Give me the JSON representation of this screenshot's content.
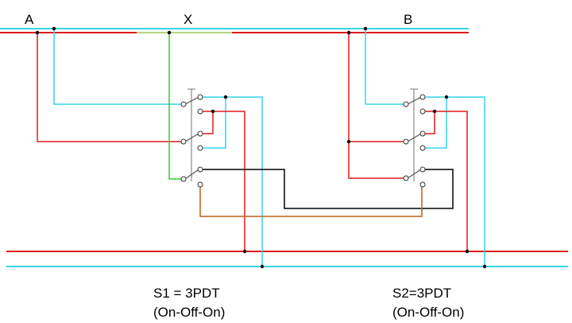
{
  "bus_labels": {
    "a": "A",
    "x": "X",
    "b": "B"
  },
  "switches": [
    {
      "name": "S1 = 3PDT",
      "mode": "(On-Off-On)"
    },
    {
      "name": "S2=3PDT",
      "mode": "(On-Off-On)"
    }
  ],
  "colors": {
    "red": "#e01b1b",
    "cyan": "#34d6e8",
    "green": "#33cc33",
    "black": "#000000",
    "brown": "#b8641a",
    "switch_gray": "#888888"
  }
}
